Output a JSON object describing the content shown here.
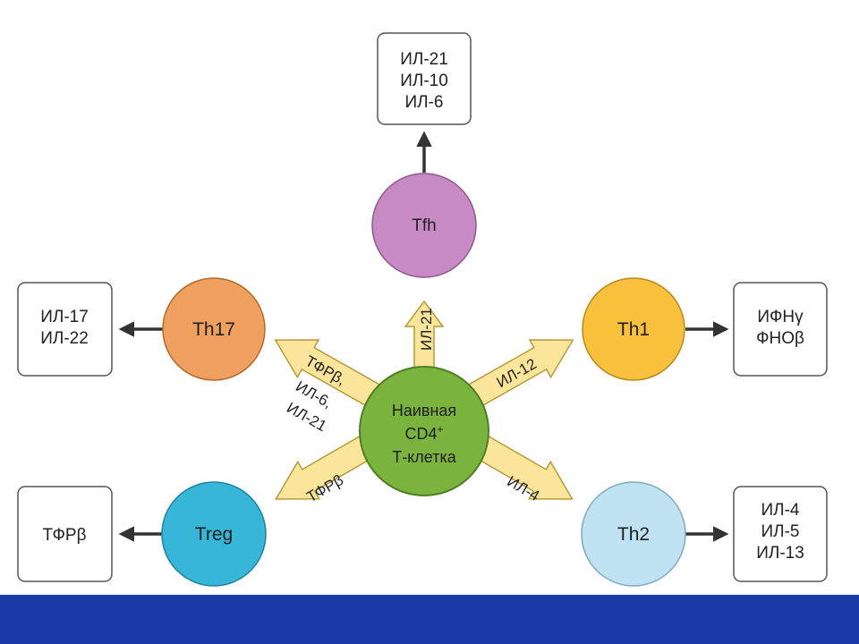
{
  "diagram": {
    "center": {
      "line1": "Наивная",
      "line2": "CD4",
      "line2_sup": "+",
      "line3": "Т-клетка",
      "color": "#7ab43e"
    },
    "cells": {
      "tfh": {
        "label": "Tfh",
        "color": "#c88ac4"
      },
      "th17": {
        "label": "Th17",
        "color": "#f0a05e"
      },
      "th1": {
        "label": "Th1",
        "color": "#f8c03c"
      },
      "treg": {
        "label": "Treg",
        "color": "#38b6d8"
      },
      "th2": {
        "label": "Th2",
        "color": "#bfe2f2"
      }
    },
    "arrows": {
      "tfh": {
        "label": "ИЛ-21"
      },
      "th17": {
        "line1": "ТФРβ,",
        "line2": "ИЛ-6,",
        "line3": "ИЛ-21"
      },
      "th1": {
        "label": "ИЛ-12"
      },
      "treg": {
        "label": "ТФРβ"
      },
      "th2": {
        "label": "ИЛ-4"
      },
      "fill_color": "#fbe59a"
    },
    "products": {
      "tfh": [
        "ИЛ-21",
        "ИЛ-10",
        "ИЛ-6"
      ],
      "th17": [
        "ИЛ-17",
        "ИЛ-22"
      ],
      "th1": [
        "ИФНγ",
        "ФНОβ"
      ],
      "treg": [
        "ТФРβ"
      ],
      "th2": [
        "ИЛ-4",
        "ИЛ-5",
        "ИЛ-13"
      ]
    }
  },
  "footer": {
    "color": "#1a3ba8"
  }
}
